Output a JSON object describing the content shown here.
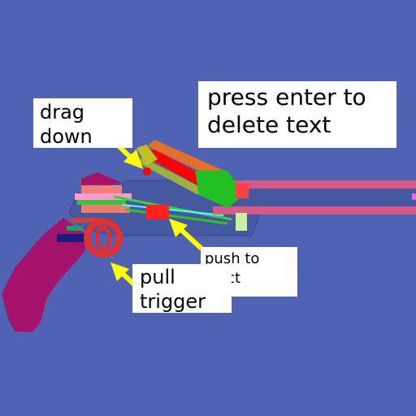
{
  "labels": {
    "instruction": "press enter to\ndelete text",
    "drag": "drag\ndown",
    "eject": "push to\neject",
    "trigger": "pull\ntrigger"
  },
  "colors": {
    "background": "#5062b2",
    "grip": "#a5126a",
    "frame": "#495ca2",
    "barrel": "#d65a86",
    "cylinder": "#ff0000",
    "arrow": "#ffff00",
    "trigger_ring": "#e02020"
  }
}
